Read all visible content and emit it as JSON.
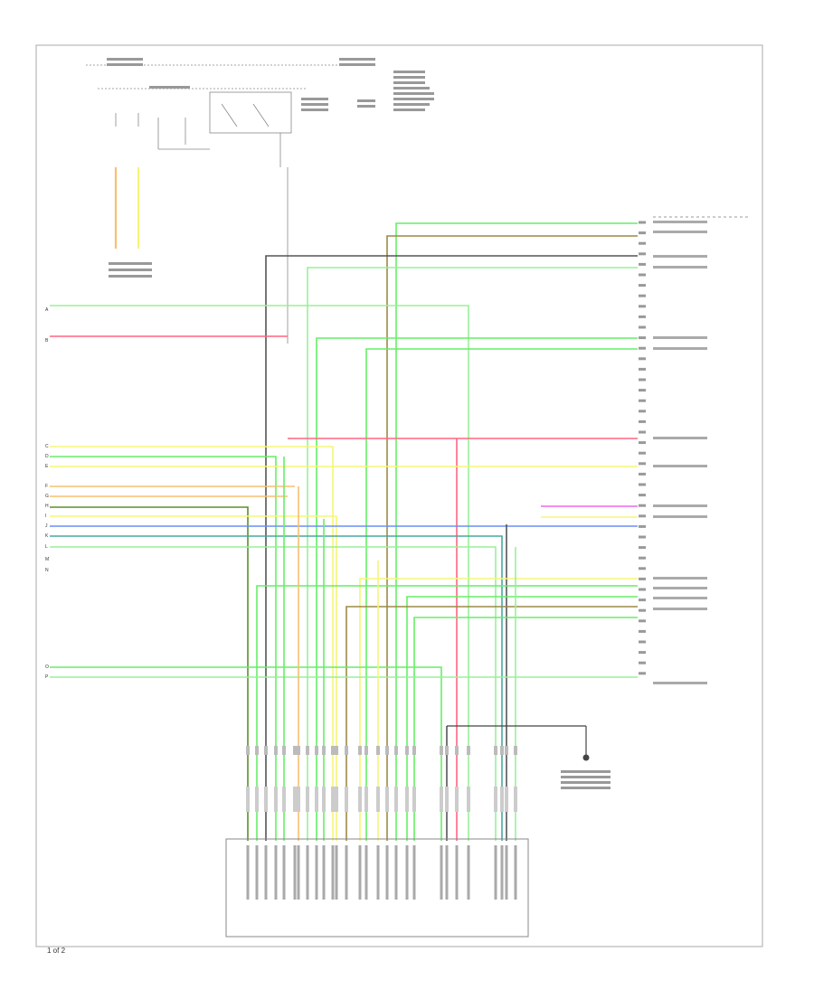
{
  "diagram": {
    "labels": {
      "corner_label": "1 of 2",
      "left_pin_labels": [
        "A",
        "B",
        "C",
        "D",
        "E",
        "F",
        "G",
        "H",
        "I",
        "J",
        "K",
        "L",
        "M",
        "N",
        "O",
        "P"
      ]
    },
    "colors": {
      "green": "#66ee66",
      "light_green": "#99f099",
      "yellow": "#f5f57a",
      "red": "#ff6680",
      "orange": "#f7c070",
      "blue": "#6b8ff5",
      "dark_green": "#5b8f2b",
      "olive": "#9c8a46",
      "magenta": "#ee66ee",
      "teal": "#48a8a0",
      "gray_wire": "#555555",
      "gray": "#888888"
    }
  }
}
